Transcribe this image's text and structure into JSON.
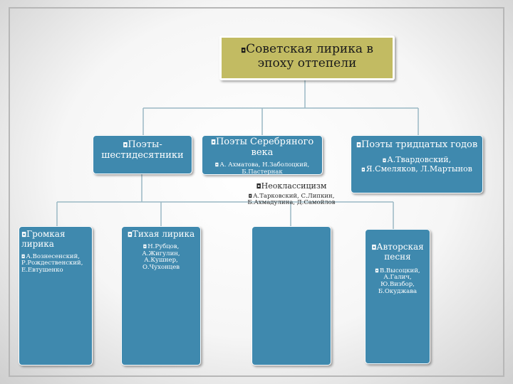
{
  "slide": {
    "bullet": "◘",
    "top": {
      "title": "Советская лирика в эпоху оттепели"
    },
    "sixties": {
      "title": "Поэты-шестидесятники"
    },
    "silver": {
      "title": "Поэты Серебряного века",
      "names": "А. Ахматова, Н.Заболоцкий, Б.Пастернак"
    },
    "thirties": {
      "title": "Поэты тридцатых годов",
      "names": [
        "А.Твардовский,",
        "Я.Смеляков, Л.Мартынов"
      ]
    },
    "loud": {
      "title": "Громкая лирика",
      "names": "А.Вознесенский, Р.Рождественский, Е.Евтушенко"
    },
    "quiet": {
      "title": "Тихая лирика",
      "names": "Н.Рубцов, А.Жигулин, А.Кушнер, О.Чухонцев"
    },
    "neo": {
      "title": "Неоклассицизм",
      "names": "А.Тарковский, С.Липкин, Б.Ахмадулина, Д.Самойлов"
    },
    "author": {
      "title": "Авторская песня",
      "names": "В.Высоцкий, А.Галич, Ю.Визбор, Б.Окуджава"
    }
  },
  "colors": {
    "top_box": "#c2bb62",
    "boxes": "#3f89ae",
    "lines": "#9ab8c4"
  }
}
